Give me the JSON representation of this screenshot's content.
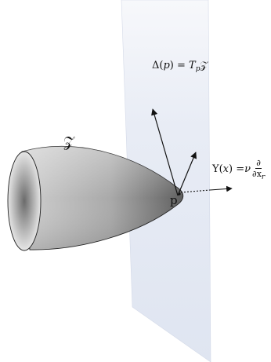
{
  "labels": {
    "Z": "𝒵",
    "p": "p",
    "delta": {
      "lhs": "Δ(",
      "arg": "p",
      "mid": ") = ",
      "T": "T",
      "T_sub": "p",
      "Z": "𝒵"
    },
    "Y": {
      "lhs": "Y(",
      "arg": "x",
      "mid": ") = ",
      "nu": "ν",
      "num": "∂",
      "den": "∂x",
      "den_sub": "r"
    }
  },
  "colors": {
    "plane": "#e9edf6",
    "plane_edge": "#c9d1e3",
    "cone_dark": "#6a6a6a",
    "cone_light": "#e7e7e7",
    "ink": "#111111"
  }
}
